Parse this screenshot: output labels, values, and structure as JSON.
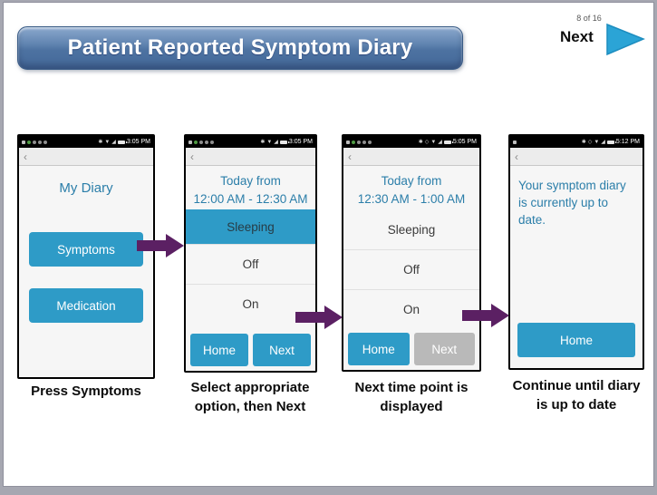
{
  "header": {
    "title": "Patient Reported Symptom Diary",
    "page_indicator": "8 of 16",
    "next_label": "Next"
  },
  "colors": {
    "banner_blue": "#4D72A1",
    "app_button_blue": "#2E9BC7",
    "app_text_blue": "#2B7EA9",
    "arrow_purple": "#5B2063",
    "next_triangle_blue": "#2BA4D6",
    "disabled_gray": "#B9B9B9"
  },
  "phones": [
    {
      "status_time": "3:05 PM",
      "back_chevron": "‹",
      "screen_title": "My Diary",
      "symptoms_button": "Symptoms",
      "medication_button": "Medication",
      "caption_line1": "Press Symptoms",
      "caption_line2": ""
    },
    {
      "status_time": "3:05 PM",
      "back_chevron": "‹",
      "header_line1": "Today from",
      "header_line2": "12:00 AM - 12:30 AM",
      "options": [
        "Sleeping",
        "Off",
        "On"
      ],
      "selected_option": "Sleeping",
      "home_button": "Home",
      "next_button": "Next",
      "caption_line1": "Select appropriate",
      "caption_line2": "option, then Next"
    },
    {
      "status_time": "5:05 PM",
      "back_chevron": "‹",
      "header_line1": "Today from",
      "header_line2": "12:30 AM - 1:00 AM",
      "options": [
        "Sleeping",
        "Off",
        "On"
      ],
      "selected_option": "",
      "home_button": "Home",
      "next_button": "Next",
      "caption_line1": "Next time point is",
      "caption_line2": "displayed"
    },
    {
      "status_time": "5:12 PM",
      "back_chevron": "‹",
      "message": "Your symptom diary is currently up to date.",
      "home_button": "Home",
      "caption_line1": "Continue until diary",
      "caption_line2": "is up to date"
    }
  ]
}
